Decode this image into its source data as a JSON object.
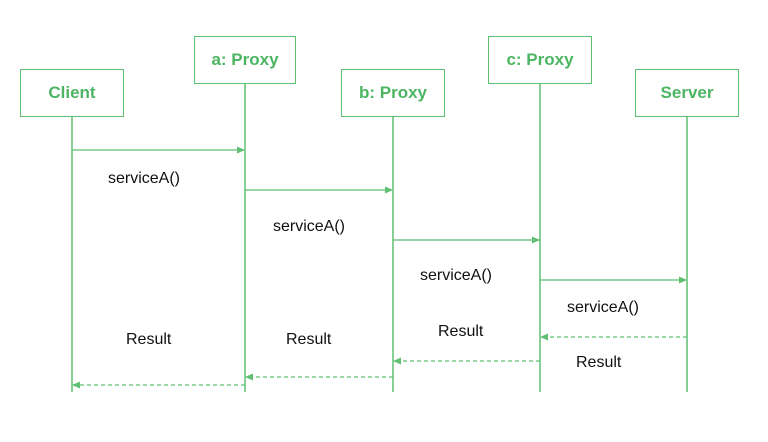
{
  "colors": {
    "accent": "#4cb562",
    "line": "#5fbf72",
    "text": "#111111"
  },
  "participants": [
    {
      "id": "client",
      "label": "Client"
    },
    {
      "id": "a-proxy",
      "label": "a: Proxy"
    },
    {
      "id": "b-proxy",
      "label": "b: Proxy"
    },
    {
      "id": "c-proxy",
      "label": "c: Proxy"
    },
    {
      "id": "server",
      "label": "Server"
    }
  ],
  "messages": [
    {
      "label": "serviceA()",
      "from": "Client",
      "to": "a: Proxy",
      "style": "solid"
    },
    {
      "label": "serviceA()",
      "from": "a: Proxy",
      "to": "b: Proxy",
      "style": "solid"
    },
    {
      "label": "serviceA()",
      "from": "b: Proxy",
      "to": "c: Proxy",
      "style": "solid"
    },
    {
      "label": "serviceA()",
      "from": "c: Proxy",
      "to": "Server",
      "style": "solid"
    },
    {
      "label": "Result",
      "from": "Server",
      "to": "c: Proxy",
      "style": "dashed"
    },
    {
      "label": "Result",
      "from": "c: Proxy",
      "to": "b: Proxy",
      "style": "dashed"
    },
    {
      "label": "Result",
      "from": "b: Proxy",
      "to": "a: Proxy",
      "style": "dashed"
    },
    {
      "label": "Result",
      "from": "a: Proxy",
      "to": "Client",
      "style": "dashed"
    }
  ]
}
